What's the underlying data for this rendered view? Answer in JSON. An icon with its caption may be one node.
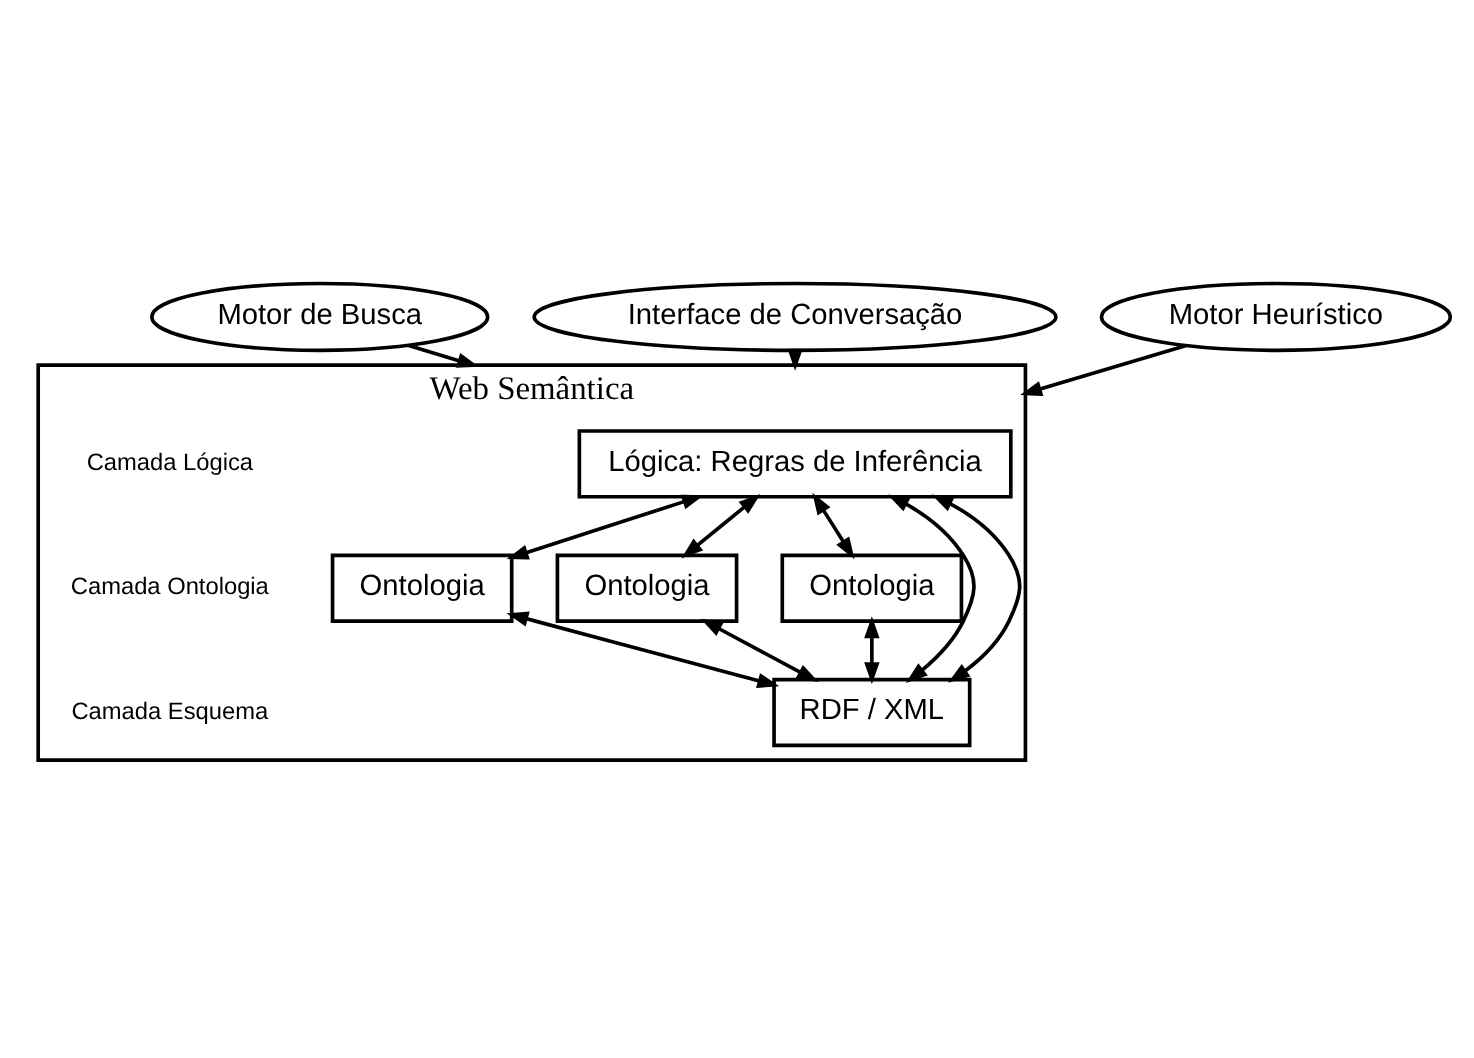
{
  "diagram": {
    "nodes": [
      {
        "text": [
          "Motor de Busca"
        ]
      },
      {
        "text": [
          "Interface de Conversação"
        ]
      },
      {
        "text": [
          "Motor Heurístico"
        ]
      },
      {
        "text": [
          "Web Semântica"
        ]
      },
      {
        "text": [
          "Lógica: Regras de Inferência"
        ],
        "in": 3
      },
      {
        "text": [
          "Ontologia"
        ],
        "in": 3
      },
      {
        "text": [
          "Ontologia"
        ],
        "in": 3
      },
      {
        "text": [
          "Ontologia"
        ],
        "in": 3
      },
      {
        "text": [
          "RDF / XML"
        ],
        "in": 3
      }
    ],
    "edges": [
      {
        "from": 0,
        "to": 3,
        "arrow": "to"
      },
      {
        "from": 1,
        "to": 3,
        "arrow": "to"
      },
      {
        "from": 2,
        "to": 3,
        "arrow": "to"
      },
      {
        "from": 4,
        "to": 5,
        "arrow": "both"
      },
      {
        "from": 4,
        "to": 8,
        "arrow": "both"
      },
      {
        "from": 4,
        "to": 6,
        "arrow": "both"
      },
      {
        "from": 4,
        "to": 8,
        "arrow": "both"
      },
      {
        "from": 4,
        "to": 7,
        "arrow": "both"
      },
      {
        "from": 5,
        "to": 8,
        "arrow": "both"
      },
      {
        "from": 6,
        "to": 8,
        "arrow": "both"
      },
      {
        "from": 7,
        "to": 8,
        "arrow": "both"
      }
    ],
    "labels": [
      "Camada Lógica",
      "Camada Ontologia",
      "Camada Esquema"
    ]
  }
}
